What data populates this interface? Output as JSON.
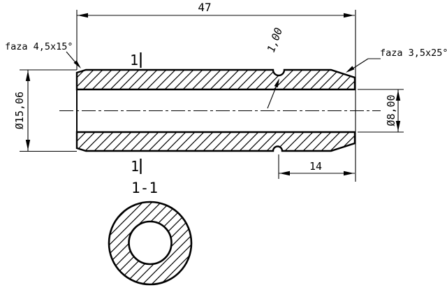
{
  "page": {
    "background_color": "#ffffff",
    "line_color": "#000000"
  },
  "main_view": {
    "labels": {
      "total_length": "47",
      "chamfer_left": "faza 4,5x15°",
      "groove_depth": "1,00",
      "chamfer_right": "faza 3,5x25°",
      "outer_diameter": "Ø15,06",
      "inner_diameter": "Ø8,00",
      "groove_to_end": "14",
      "cut_mark_top": "1",
      "cut_mark_bottom": "1"
    }
  },
  "section_view": {
    "title": "1-1"
  }
}
